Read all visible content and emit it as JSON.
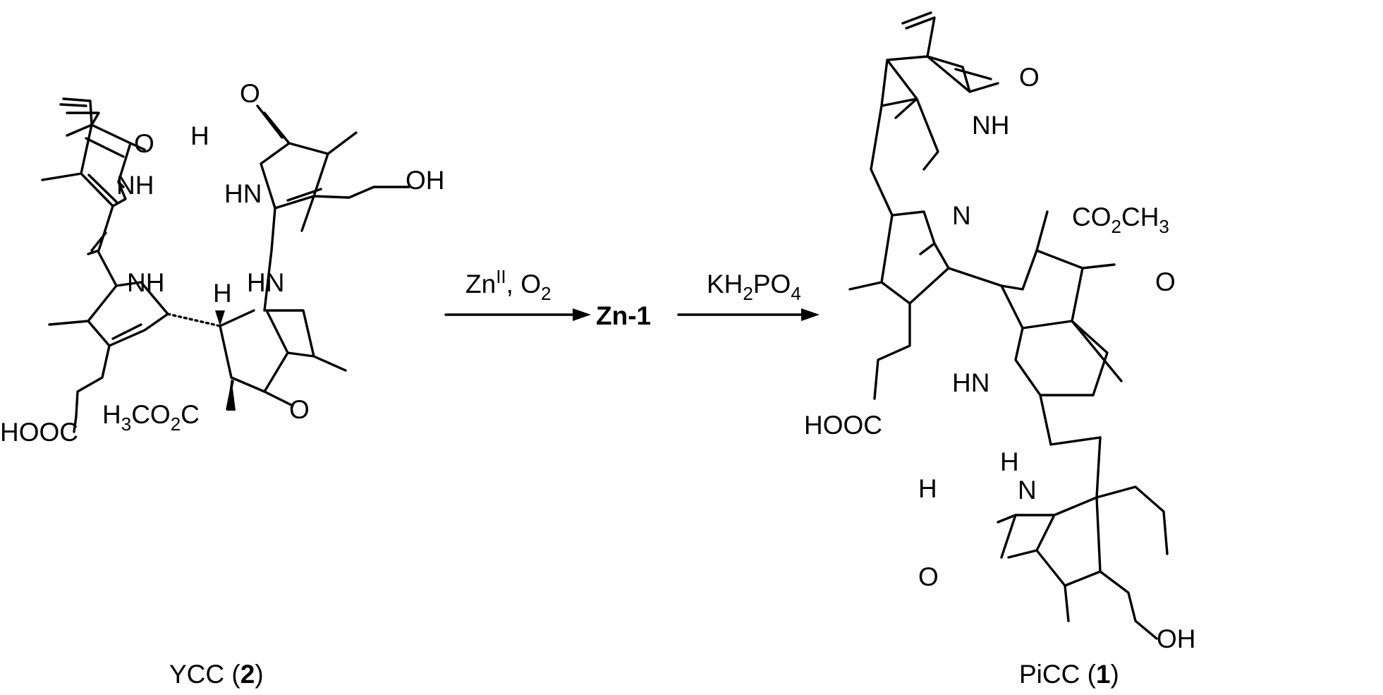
{
  "scheme": {
    "reagents1": {
      "base": "Zn",
      "sup": "II",
      "mid": ", O",
      "sub": "2"
    },
    "intermediate": "Zn-1",
    "reagents2": {
      "a": "KH",
      "s1": "2",
      "b": "PO",
      "s2": "4"
    }
  },
  "ycc": {
    "name": "YCC (",
    "num": "2",
    "close": ")",
    "atoms": {
      "o_ketone_top": "O",
      "nh_lactam": "NH",
      "h_formyl": "H",
      "o_formyl": "O",
      "hn_pyrrole_c": "HN",
      "oh": "OH",
      "nh_pyrrole_b": "NH",
      "h_stereo": "H",
      "hn_pyrrole_d": "HN",
      "o_ring_ketone": "O",
      "hooc": "HOOC",
      "ester": {
        "a": "H",
        "s1": "3",
        "b": "CO",
        "s2": "2",
        "c": "C"
      }
    }
  },
  "picc": {
    "name": "PiCC (",
    "num": "1",
    "close": ")",
    "atoms": {
      "o_lactam": "O",
      "nh_lactam": "NH",
      "n_imine": "N",
      "ester": {
        "a": "CO",
        "s1": "2",
        "b": "CH",
        "s2": "3"
      },
      "o_ketone": "O",
      "hn_pyrrole": "HN",
      "hooc": "HOOC",
      "h_formyl_nh": "H",
      "n_formyl_ring": "N",
      "h_formyl": "H",
      "o_formyl": "O",
      "oh": "OH"
    }
  }
}
